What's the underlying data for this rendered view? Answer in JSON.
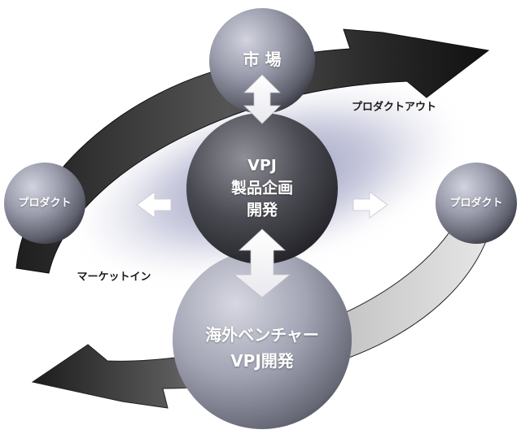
{
  "nodes": {
    "market": "市 場",
    "center_line1": "VPJ",
    "center_line2": "製品企画",
    "center_line3": "開発",
    "product_left": "プロダクト",
    "product_right": "プロダクト",
    "bottom_line1": "海外ベンチャー",
    "bottom_line2": "VPJ開発"
  },
  "flow_labels": {
    "product_out": "プロダクトアウト",
    "market_in": "マーケットイン"
  },
  "colors": {
    "sphere_light": "#c9cad6",
    "sphere_mid": "#8a8c9c",
    "sphere_dark": "#3d3e48",
    "center_light": "#8e8e96",
    "center_dark": "#1f1f24",
    "band_light": "#d6d6d6",
    "band_dark": "#2a2a2a",
    "glow": "#8c8fb5"
  }
}
